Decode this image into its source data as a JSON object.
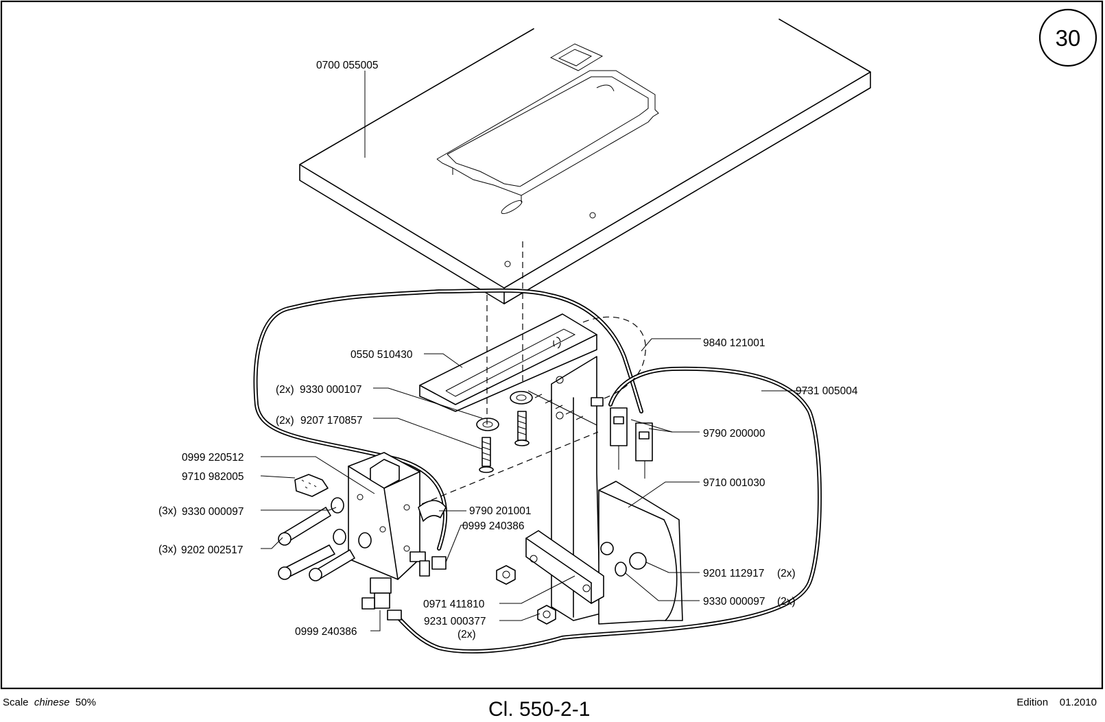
{
  "page_number": "30",
  "document_title": "Cl. 550-2-1",
  "footer": {
    "scale_label": "Scale",
    "scale_value": "chinese",
    "scale_percent": "50%",
    "edition_label": "Edition",
    "edition_value": "01.2010"
  },
  "parts": {
    "p_table_top": "0700 055005",
    "p_bracket": "0550 510430",
    "p_washer_qty": "(2x)",
    "p_washer": "9330 000107",
    "p_screw_qty": "(2x)",
    "p_screw": "9207 170857",
    "p_valve": "0999 220512",
    "p_silencer": "9710 982005",
    "p_washer3_qty": "(3x)",
    "p_washer3": "9330 000097",
    "p_screw3_qty": "(3x)",
    "p_screw3": "9202 002517",
    "p_elbow": "9790 201001",
    "p_fitting_a": "0999 240386",
    "p_fitting_b": "0999 240386",
    "p_cable_tie": "9840 121001",
    "p_hose": "9731 005004",
    "p_connector": "9790 200000",
    "p_switch": "9710 001030",
    "p_screw_b": "9201 112917",
    "p_screw_b_qty": "(2x)",
    "p_washer_b": "9330 000097",
    "p_washer_b_qty": "(2x)",
    "p_plate": "0971 411810",
    "p_nut": "9231 000377",
    "p_nut_qty": "(2x)"
  }
}
